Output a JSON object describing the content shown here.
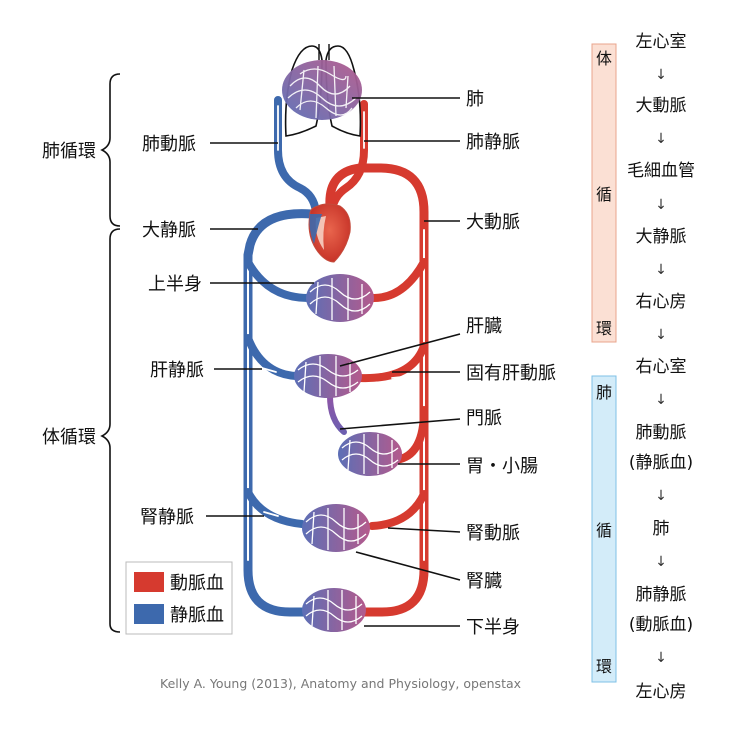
{
  "labels": {
    "pulmonary_circulation": "肺循環",
    "systemic_circulation": "体循環",
    "pulmonary_artery": "肺動脈",
    "vena_cava": "大静脈",
    "upper_body": "上半身",
    "hepatic_vein": "肝静脈",
    "renal_vein": "腎静脈",
    "lung": "肺",
    "pulmonary_vein": "肺静脈",
    "aorta": "大動脈",
    "liver": "肝臓",
    "hepatic_artery": "固有肝動脈",
    "portal_vein": "門脈",
    "stomach_intestine": "胃・小腸",
    "renal_artery": "腎動脈",
    "kidney": "腎臓",
    "lower_body": "下半身"
  },
  "legend": [
    {
      "label": "動脈血",
      "color": "#d63a2f"
    },
    {
      "label": "静脈血",
      "color": "#3d69ad"
    }
  ],
  "credit": "Kelly A. Young (2013), Anatomy and Physiology, openstax",
  "bands": [
    {
      "chars": [
        "体",
        "循",
        "環"
      ],
      "color": "#fbe0d4",
      "border": "#e8a58c"
    },
    {
      "chars": [
        "肺",
        "循",
        "環"
      ],
      "color": "#d3ecf9",
      "border": "#7fc0e6"
    }
  ],
  "sequence": [
    "左心室",
    "大動脈",
    "毛細血管",
    "大静脈",
    "右心房",
    "右心室",
    "肺動脈",
    "(静脈血)",
    "肺",
    "肺静脈",
    "(動脈血)",
    "左心房"
  ],
  "arrow_glyph": "↓",
  "colors": {
    "arterial": "#d63a2f",
    "venous": "#3d69ad",
    "capillary": "#9a5aa6"
  }
}
